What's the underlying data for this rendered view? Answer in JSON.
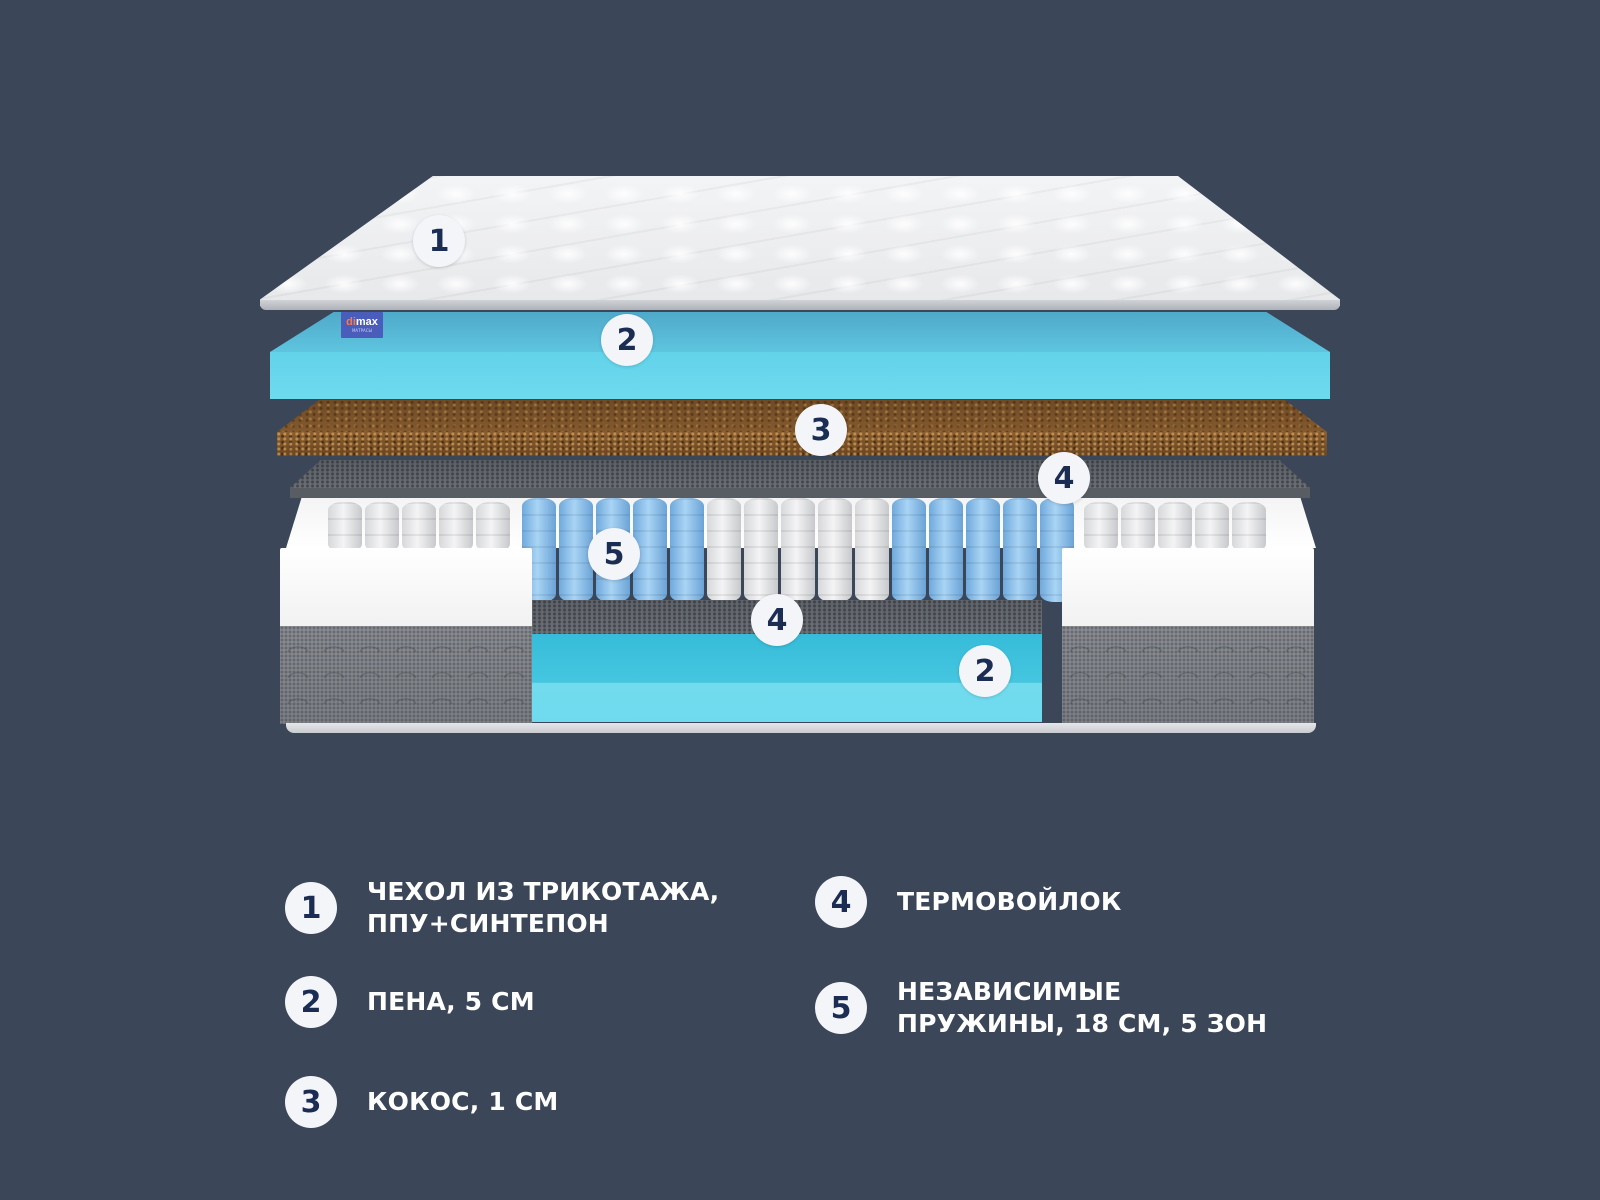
{
  "colors": {
    "background": "#3b4658",
    "badge_bg": "#f3f5f9",
    "badge_text": "#1b2d52",
    "legend_text": "#ffffff",
    "foam": "#62d3ea",
    "coconut": "#845a2e",
    "felt": "#5b5f66",
    "spring_blue": "#a9d4f4",
    "spring_white": "#f4f4f5"
  },
  "brand_label": {
    "name_a": "di",
    "name_b": "max",
    "sub": "МАТРАСЫ"
  },
  "diagram": {
    "markers": [
      {
        "number": "1",
        "layer": "cover"
      },
      {
        "number": "2",
        "layer": "foam-top"
      },
      {
        "number": "3",
        "layer": "coconut"
      },
      {
        "number": "4",
        "layer": "felt-top"
      },
      {
        "number": "5",
        "layer": "springs"
      },
      {
        "number": "4",
        "layer": "felt-bottom"
      },
      {
        "number": "2",
        "layer": "foam-bottom"
      }
    ]
  },
  "legend": {
    "items": [
      {
        "number": "1",
        "lines": [
          "ЧЕХОЛ ИЗ ТРИКОТАЖА,",
          "ППУ+СИНТЕПОН"
        ]
      },
      {
        "number": "2",
        "lines": [
          "ПЕНА, 5 СМ"
        ]
      },
      {
        "number": "3",
        "lines": [
          "КОКОС, 1 СМ"
        ]
      },
      {
        "number": "4",
        "lines": [
          "ТЕРМОВОЙЛОК"
        ]
      },
      {
        "number": "5",
        "lines": [
          "НЕЗАВИСИМЫЕ",
          "ПРУЖИНЫ, 18 СМ, 5 ЗОН"
        ]
      }
    ]
  }
}
